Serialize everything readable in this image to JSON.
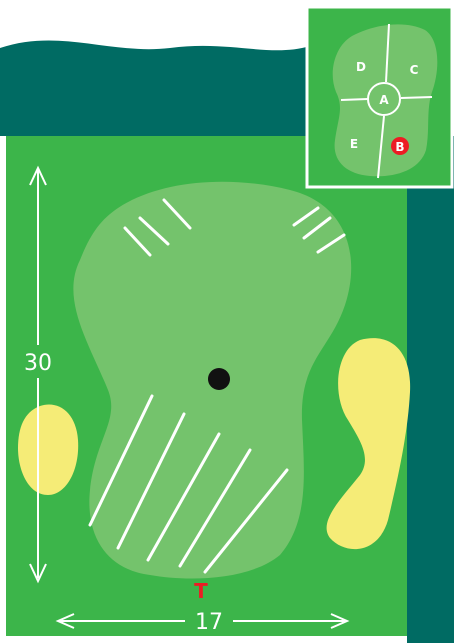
{
  "diagram": {
    "dimensions": {
      "depth_label": "30",
      "width_label": "17"
    },
    "tee_marker": "T",
    "inset_map": {
      "zones": {
        "center": "A",
        "pin_zone": "B",
        "back_right": "C",
        "back_left": "D",
        "front_left": "E"
      },
      "active_zone": "B"
    },
    "colors": {
      "water": "#006b63",
      "fairway": "#3cb54a",
      "green": "#74c36c",
      "bunker": "#f5ec77",
      "pin_marker": "#ed1c24",
      "hole": "#111111"
    },
    "icons": [
      "pin-icon",
      "tee-marker-icon",
      "arrow-icon"
    ]
  }
}
